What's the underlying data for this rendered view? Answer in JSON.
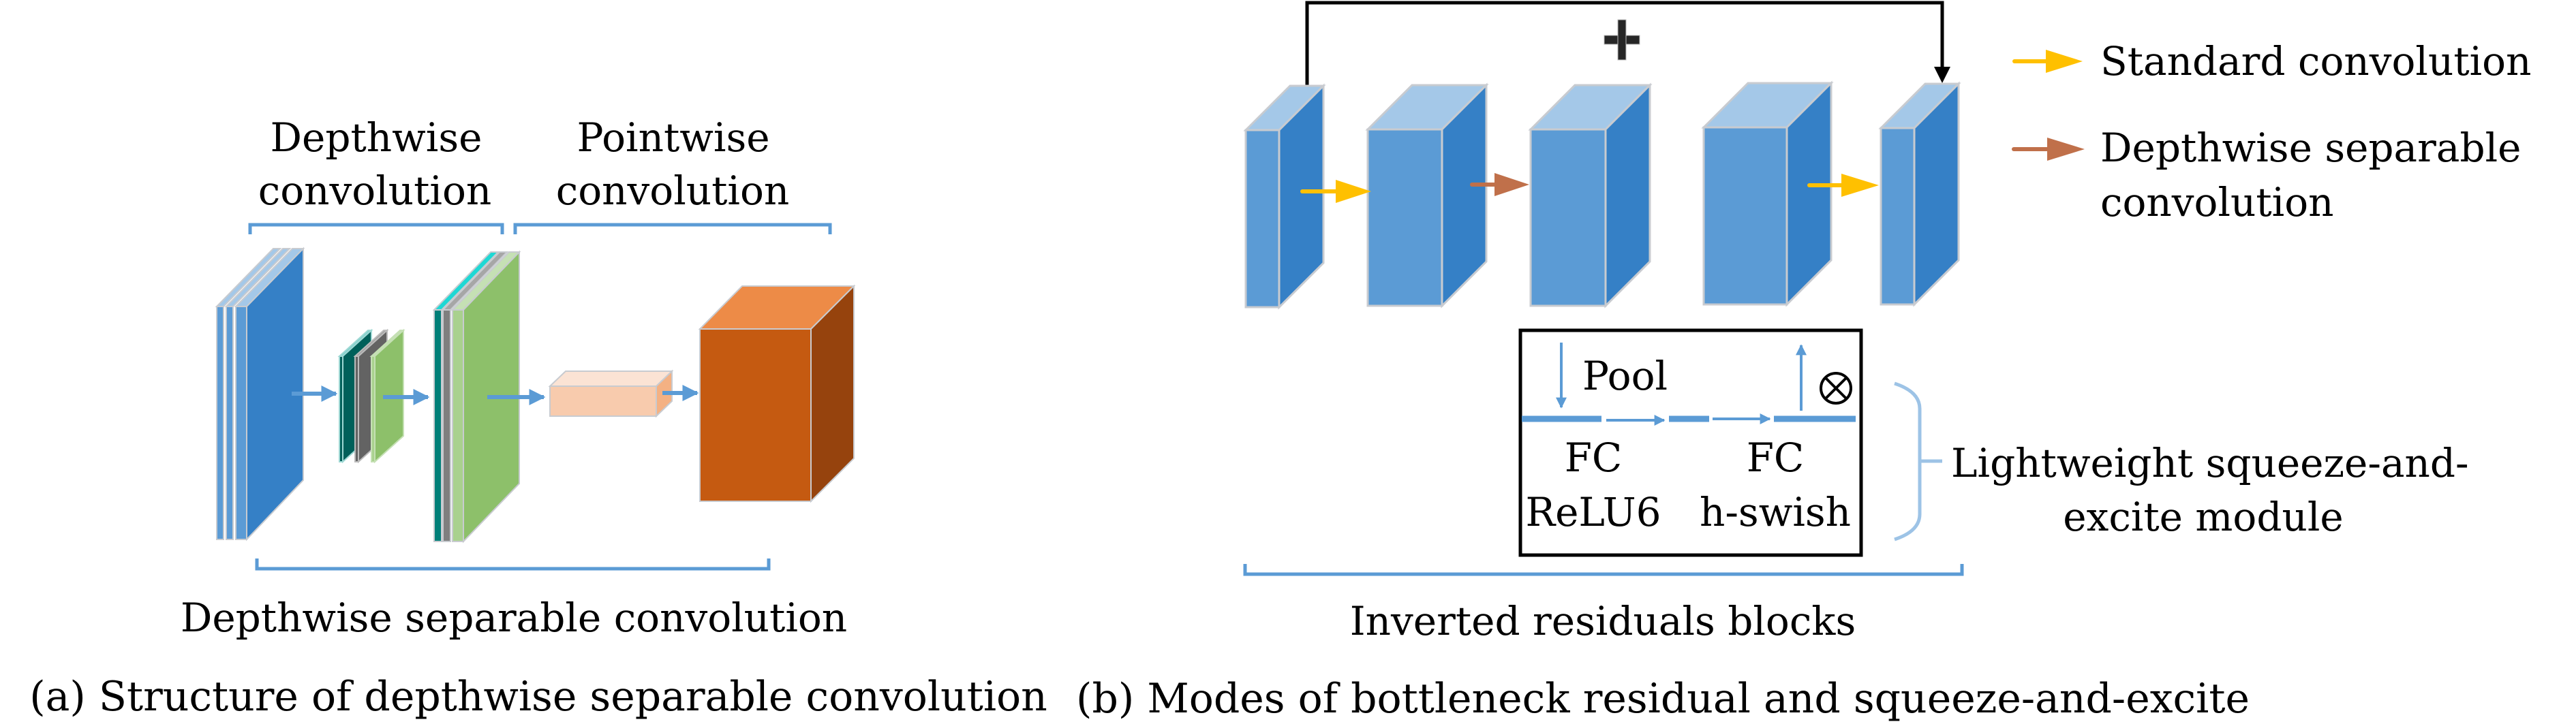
{
  "panel_a": {
    "depthwise_label": [
      "Depthwise",
      "convolution"
    ],
    "pointwise_label": [
      "Pointwise",
      "convolution"
    ],
    "bottom_label": "Depthwise separable convolution",
    "caption": "(a) Structure of depthwise separable convolution",
    "stages": [
      {
        "name": "input-feature-stack",
        "layers": 3,
        "color": "#3580C6"
      },
      {
        "name": "depthwise-kernels",
        "layers": 3,
        "colors": [
          "#00605A",
          "#636363",
          "#8DC06A"
        ]
      },
      {
        "name": "depthwise-output-stack",
        "layers": 3,
        "colors": [
          "#007F78",
          "#7F7F7F",
          "#8DC06A"
        ]
      },
      {
        "name": "pointwise-kernel",
        "color": "#F8CBAD"
      },
      {
        "name": "output-feature-cube",
        "color": "#C55A11"
      }
    ]
  },
  "panel_b": {
    "plus_symbol": "+",
    "legend": [
      {
        "label": [
          "Standard convolution"
        ],
        "color": "#FFC000"
      },
      {
        "label": [
          "Depthwise separable",
          "convolution"
        ],
        "color": "#C0704A"
      }
    ],
    "se_module": {
      "pool_label": "Pool",
      "fc1": [
        "FC",
        "ReLU6"
      ],
      "fc2": [
        "FC",
        "h-swish"
      ],
      "multiply_symbol": "⊗"
    },
    "se_side_label": [
      "Lightweight squeeze-and-",
      "excite module"
    ],
    "bottom_label": "Inverted residuals blocks",
    "caption": "(b) Modes of bottleneck residual and squeeze-and-excite",
    "blocks": 5,
    "block_arrows": [
      "standard",
      "depthwise-separable",
      "standard"
    ]
  },
  "colors": {
    "bracket": "#5B9BD5",
    "arrow_blue": "#5B9BD5",
    "block_front": "#5B9BD5",
    "block_side": "#3580C6",
    "block_top": "#A4C8E8",
    "edge": "#C8CBD0"
  }
}
